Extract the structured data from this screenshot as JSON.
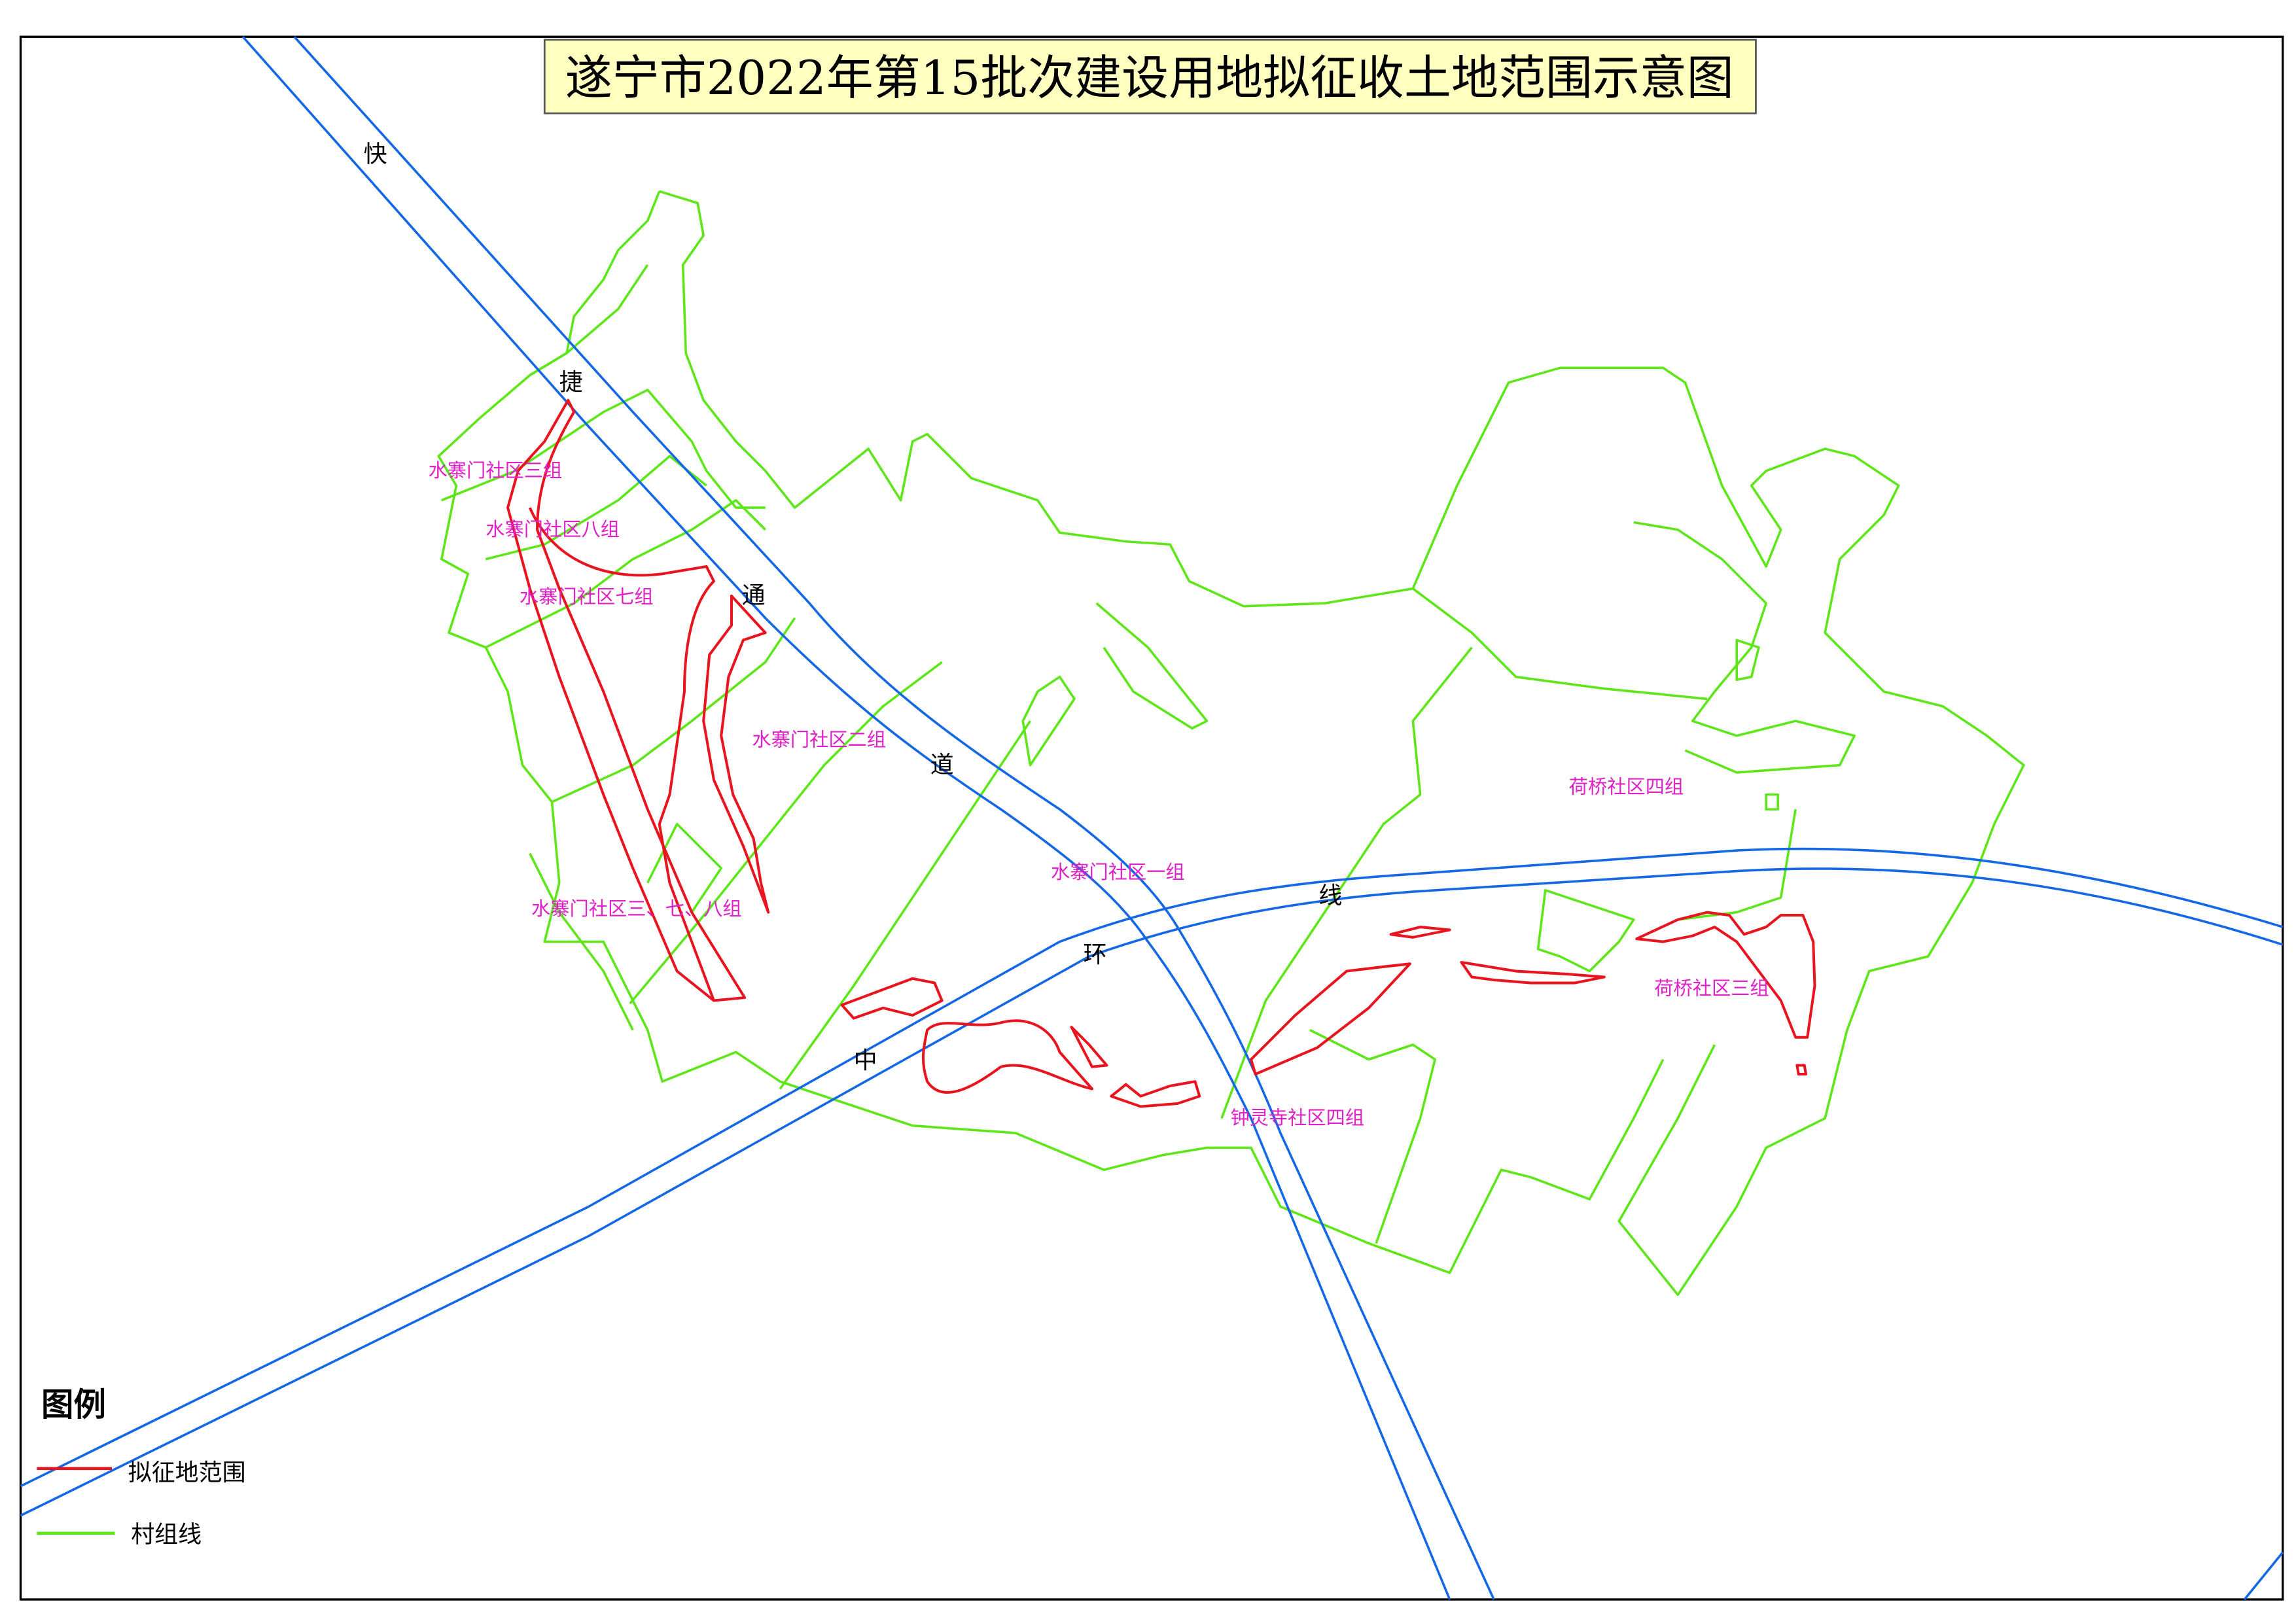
{
  "title": "遂宁市2022年第15批次建设用地拟征收土地范围示意图",
  "colors": {
    "expropriation": "#e8141e",
    "village_line": "#5ee61a",
    "road": "#1468e6",
    "label": "#e020c8",
    "title_bg": "#ffffc0"
  },
  "road_labels": [
    "快",
    "捷",
    "通",
    "道",
    "中",
    "环",
    "线"
  ],
  "area_labels": [
    "水寨门社区三组",
    "水寨门社区八组",
    "水寨门社区七组",
    "水寨门社区二组",
    "水寨门社区三、七、八组",
    "水寨门社区一组",
    "荷桥社区四组",
    "荷桥社区三组",
    "钟灵寺社区四组"
  ],
  "legend": {
    "title": "图例",
    "items": [
      {
        "label": "拟征地范围",
        "color": "#e8141e"
      },
      {
        "label": "村组线",
        "color": "#5ee61a"
      }
    ]
  }
}
